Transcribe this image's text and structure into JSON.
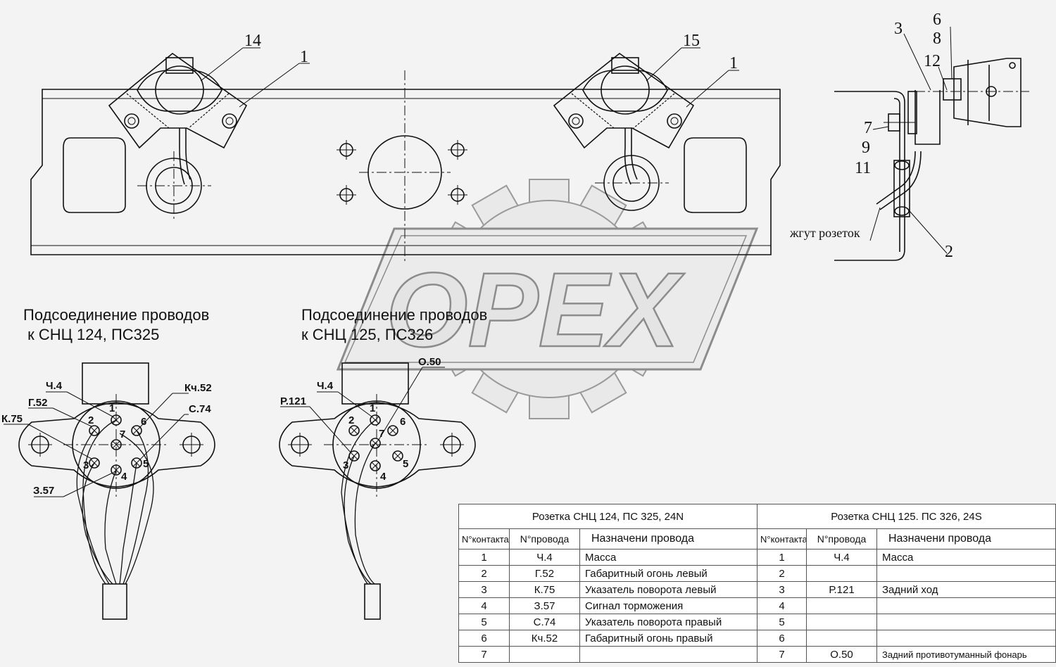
{
  "drawing": {
    "callouts_left": [
      "14",
      "1"
    ],
    "callouts_mid": [
      "15",
      "1"
    ],
    "callouts_side": [
      "3",
      "6",
      "8",
      "12",
      "7",
      "9",
      "11",
      "2"
    ],
    "harness_label": "жгут розеток",
    "watermark": "OPEX"
  },
  "left_connector": {
    "caption_line1": "Подсоединение проводов",
    "caption_line2": " к СНЦ 124, ПС325",
    "pins": [
      "1",
      "2",
      "3",
      "4",
      "5",
      "6",
      "7"
    ],
    "wire_labels": [
      "Ч.4",
      "Г.52",
      "К.75",
      "З.57",
      "Кч.52",
      "С.74"
    ]
  },
  "right_connector": {
    "caption_line1": "Подсоединение проводов",
    "caption_line2": "к СНЦ 125, ПС326",
    "pins": [
      "1",
      "2",
      "3",
      "4",
      "5",
      "6",
      "7"
    ],
    "wire_labels": [
      "Ч.4",
      "Р.121",
      "О.50"
    ]
  },
  "table": {
    "left_title": "Розетка СНЦ 124, ПС 325, 24N",
    "right_title": "Розетка СНЦ 125. ПС 326, 24S",
    "col_contact": "N°контакта",
    "col_wire": "N°провода",
    "col_purpose": "Назначени провода",
    "rows": [
      {
        "n": "1",
        "wire_l": "Ч.4",
        "purpose_l": "Масса",
        "n2": "1",
        "wire_r": "Ч.4",
        "purpose_r": "Масса"
      },
      {
        "n": "2",
        "wire_l": "Г.52",
        "purpose_l": "Габаритный огонь левый",
        "n2": "2",
        "wire_r": "",
        "purpose_r": ""
      },
      {
        "n": "3",
        "wire_l": "К.75",
        "purpose_l": "Указатель поворота левый",
        "n2": "3",
        "wire_r": "Р.121",
        "purpose_r": "Задний ход"
      },
      {
        "n": "4",
        "wire_l": "З.57",
        "purpose_l": "Сигнал торможения",
        "n2": "4",
        "wire_r": "",
        "purpose_r": ""
      },
      {
        "n": "5",
        "wire_l": "С.74",
        "purpose_l": "Указатель поворота правый",
        "n2": "5",
        "wire_r": "",
        "purpose_r": ""
      },
      {
        "n": "6",
        "wire_l": "Кч.52",
        "purpose_l": "Габаритный огонь правый",
        "n2": "6",
        "wire_r": "",
        "purpose_r": ""
      },
      {
        "n": "7",
        "wire_l": "",
        "purpose_l": "",
        "n2": "7",
        "wire_r": "О.50",
        "purpose_r": "Задний противотуманный фонарь"
      }
    ]
  }
}
